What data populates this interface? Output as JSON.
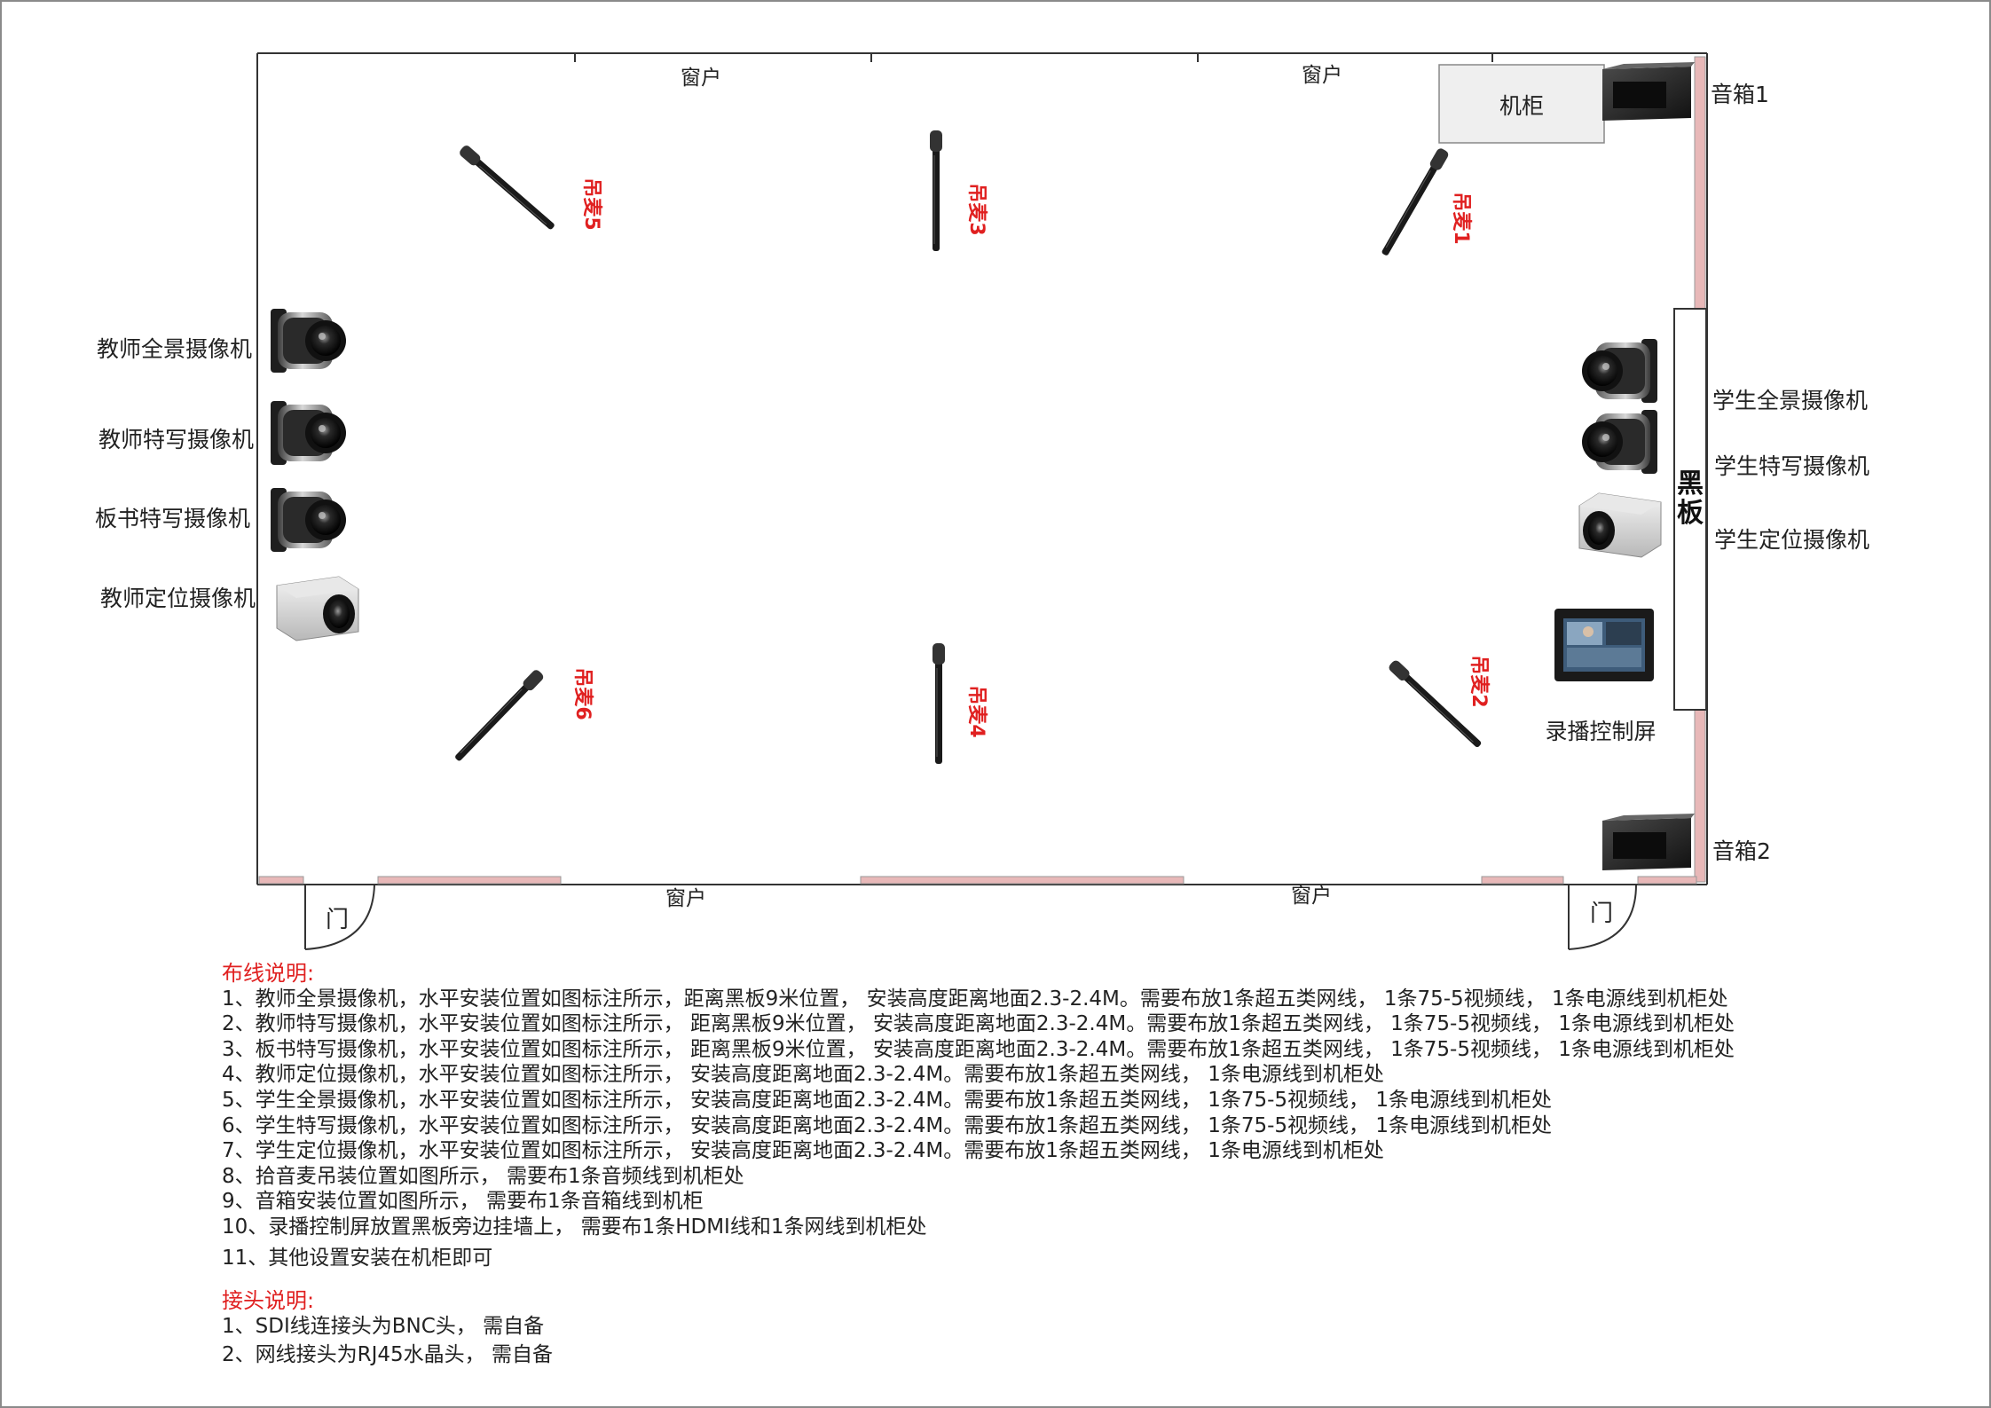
{
  "room": {
    "windows": [
      "窗户",
      "窗户",
      "窗户",
      "窗户"
    ],
    "doors": [
      "门",
      "门"
    ],
    "cabinet": "机柜",
    "blackboard": "黑板",
    "speakers": [
      "音箱1",
      "音箱2"
    ],
    "mics": [
      "吊麦1",
      "吊麦2",
      "吊麦3",
      "吊麦4",
      "吊麦5",
      "吊麦6"
    ],
    "teacher_cameras": [
      "教师全景摄像机",
      "教师特写摄像机",
      "板书特写摄像机",
      "教师定位摄像机"
    ],
    "student_cameras": [
      "学生全景摄像机",
      "学生特写摄像机",
      "学生定位摄像机"
    ],
    "control_screen": "录播控制屏"
  },
  "wiring": {
    "title": "布线说明:",
    "lines": [
      "1、教师全景摄像机，水平安装位置如图标注所示，距离黑板9米位置， 安装高度距离地面2.3-2.4M。需要布放1条超五类网线， 1条75-5视频线， 1条电源线到机柜处",
      "2、教师特写摄像机，水平安装位置如图标注所示， 距离黑板9米位置， 安装高度距离地面2.3-2.4M。需要布放1条超五类网线， 1条75-5视频线， 1条电源线到机柜处",
      "3、板书特写摄像机，水平安装位置如图标注所示， 距离黑板9米位置， 安装高度距离地面2.3-2.4M。需要布放1条超五类网线， 1条75-5视频线， 1条电源线到机柜处",
      "4、教师定位摄像机，水平安装位置如图标注所示， 安装高度距离地面2.3-2.4M。需要布放1条超五类网线， 1条电源线到机柜处",
      "5、学生全景摄像机，水平安装位置如图标注所示， 安装高度距离地面2.3-2.4M。需要布放1条超五类网线， 1条75-5视频线， 1条电源线到机柜处",
      "6、学生特写摄像机，水平安装位置如图标注所示， 安装高度距离地面2.3-2.4M。需要布放1条超五类网线， 1条75-5视频线， 1条电源线到机柜处",
      "7、学生定位摄像机，水平安装位置如图标注所示， 安装高度距离地面2.3-2.4M。需要布放1条超五类网线， 1条电源线到机柜处",
      "8、拾音麦吊装位置如图所示， 需要布1条音频线到机柜处",
      "9、音箱安装位置如图所示， 需要布1条音箱线到机柜",
      "10、录播控制屏放置黑板旁边挂墙上， 需要布1条HDMI线和1条网线到机柜处",
      "11、其他设置安装在机柜即可"
    ]
  },
  "connectors": {
    "title": "接头说明:",
    "lines": [
      "1、SDI线连接头为BNC头， 需自备",
      "2、网线接头为RJ45水晶头， 需自备"
    ]
  },
  "colors": {
    "accent_red": "#e02020",
    "wall_pink": "#e8b8b8",
    "cabinet_fill": "#efefef"
  }
}
